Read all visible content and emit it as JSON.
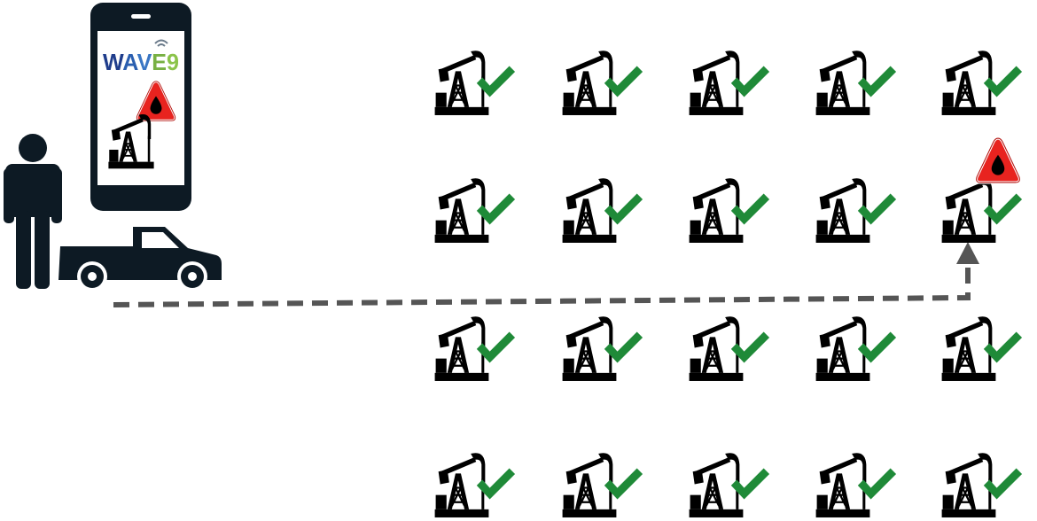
{
  "phone": {
    "brand_text": "WAVE9",
    "brand_colors": {
      "w": "#1f3d8c",
      "a": "#2b5fb0",
      "v": "#3a76c4",
      "e": "#78b043",
      "nine": "#8bc34a"
    }
  },
  "colors": {
    "figure": "#0d1a24",
    "check": "#1f8a38",
    "alert_red": "#e8231f",
    "dashed_path": "#555555",
    "pump": "#000000"
  },
  "icons": {
    "person": "person-icon",
    "truck": "pickup-truck-icon",
    "phone": "smartphone-icon",
    "pump": "pumpjack-icon",
    "check": "checkmark-icon",
    "alert": "oil-alert-icon"
  },
  "grid": {
    "rows": 4,
    "cols": 5,
    "alert_site": {
      "row": 2,
      "col": 5
    }
  }
}
